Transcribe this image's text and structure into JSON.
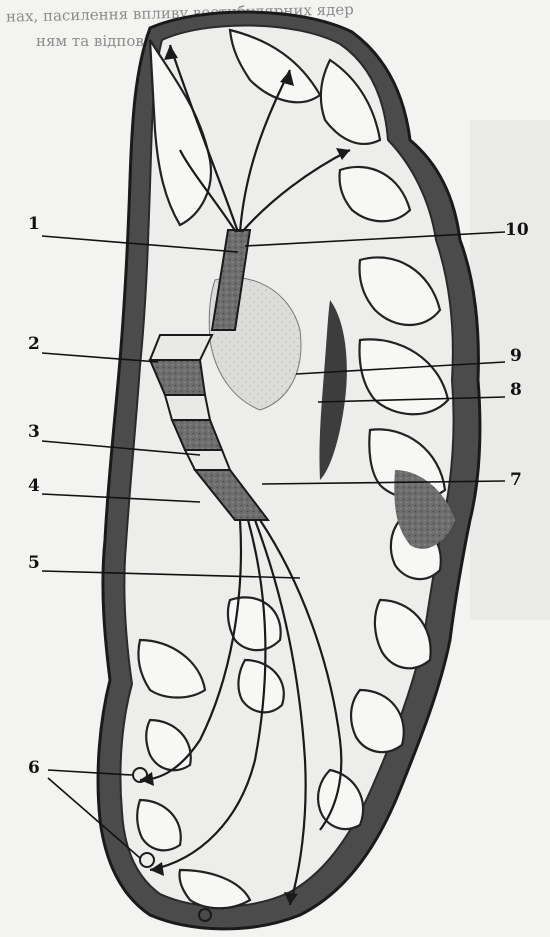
{
  "background_text": {
    "line1": "нах, пасилення впливу вестибулярних ядер",
    "line2": "ням та відповідно незапамяту"
  },
  "labels": [
    "1",
    "2",
    "3",
    "4",
    "5",
    "6",
    "7",
    "8",
    "9",
    "10"
  ],
  "colors": {
    "paper": "#f3f3f1",
    "ink": "#1a1a1a",
    "gray_matter": "#6f6f6f",
    "capsule_band": "#555555",
    "white_matter": "#ededeb"
  }
}
